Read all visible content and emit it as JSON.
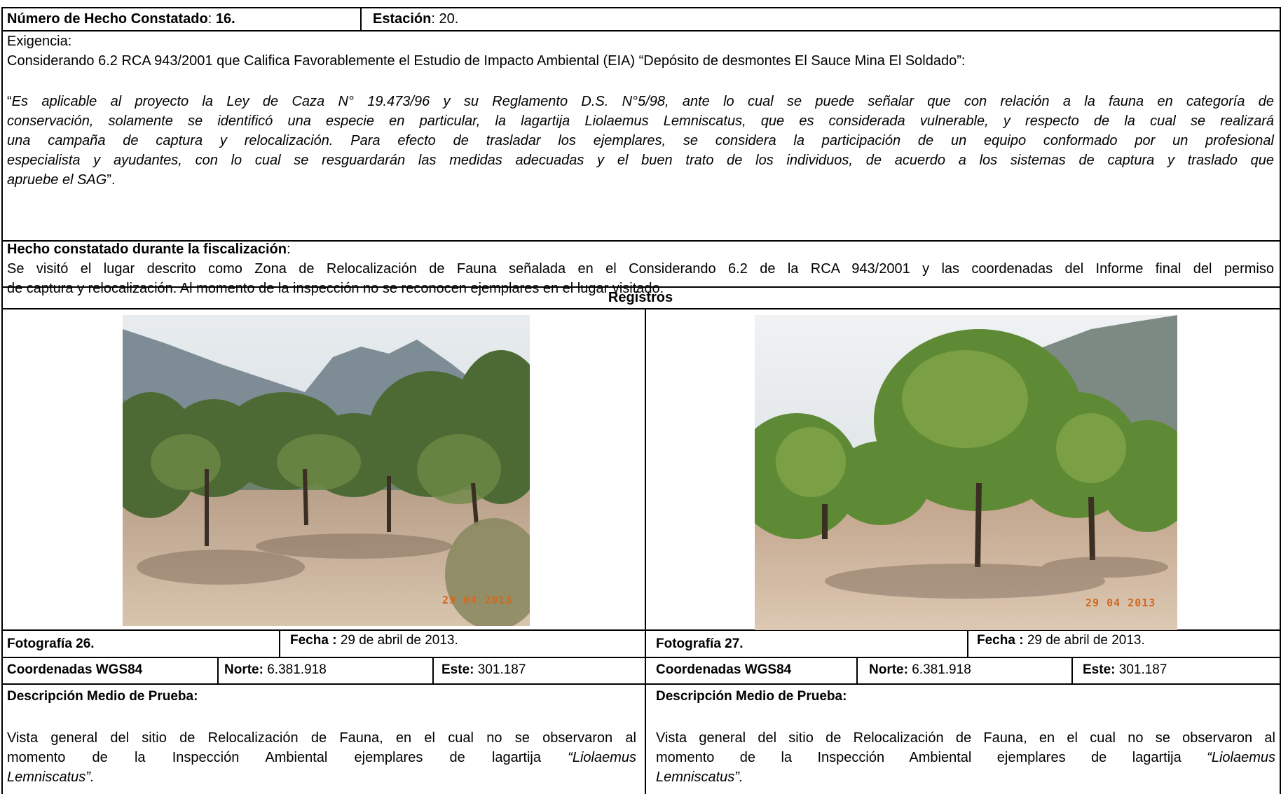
{
  "header": {
    "hecho_label": "Número de Hecho Constatado",
    "hecho_value": "16.",
    "estacion_label": "Estación",
    "estacion_value": ": 20."
  },
  "exigencia": {
    "label": "Exigencia:",
    "considerando": "Considerando 6.2 RCA 943/2001 que Califica Favorablemente el Estudio de Impacto Ambiental (EIA) “Depósito de desmontes El Sauce Mina El Soldado”:",
    "quote_lines": [
      "Es aplicable al proyecto la Ley de Caza N° 19.473/96 y su Reglamento D.S. N°5/98, ante lo cual se puede señalar que con relación a la fauna en categoría de",
      "conservación, solamente se identificó una especie en particular, la lagartija Liolaemus Lemniscatus, que es considerada vulnerable, y respecto de la cual se realizará",
      "una campaña de captura y relocalización. Para efecto de trasladar los ejemplares, se considera la participación de un equipo conformado por un profesional",
      "especialista y ayudantes, con lo cual se resguardarán las medidas adecuadas y el buen trato de los individuos, de acuerdo a los sistemas de captura y traslado que",
      "apruebe el SAG"
    ],
    "quote_open": "“",
    "quote_close": "”."
  },
  "hecho": {
    "label": "Hecho constatado durante la fiscalización",
    "colon": ":",
    "lines": [
      "Se visitó el lugar descrito como Zona de Relocalización de Fauna señalada en el Considerando 6.2 de la RCA 943/2001 y las coordenadas del Informe final del permiso",
      "de captura y relocalización. Al momento de la inspección no se reconocen ejemplares en el lugar visitado."
    ]
  },
  "registros": {
    "title": "Registros"
  },
  "photos": [
    {
      "label": "Fotografía 26.",
      "fecha_label": "Fecha :",
      "fecha_value": "29 de abril de 2013.",
      "coord_label": "Coordenadas WGS84",
      "norte_label": "Norte:",
      "norte_value": "6.381.918",
      "este_label": "Este:",
      "este_value": "301.187",
      "desc_label": "Descripción Medio de Prueba:",
      "desc_lines": [
        "Vista general del sitio de Relocalización de Fauna, en el cual no se observaron al",
        "momento de la Inspección Ambiental ejemplares de lagartija"
      ],
      "desc_italic_1": "“Liolaemus",
      "desc_italic_2": "Lemniscatus”.",
      "stamp": "29 04 2013"
    },
    {
      "label": "Fotografía 27.",
      "fecha_label": "Fecha :",
      "fecha_value": "29 de abril de 2013.",
      "coord_label": "Coordenadas WGS84",
      "norte_label": "Norte:",
      "norte_value": "6.381.918",
      "este_label": "Este:",
      "este_value": "301.187",
      "desc_label": "Descripción Medio de Prueba:",
      "desc_lines": [
        "Vista general del sitio de Relocalización de Fauna, en el cual no se observaron al",
        "momento de la Inspección Ambiental ejemplares de lagartija"
      ],
      "desc_italic_1": "“Liolaemus",
      "desc_italic_2": "Lemniscatus”.",
      "stamp": "29 04 2013"
    }
  ]
}
